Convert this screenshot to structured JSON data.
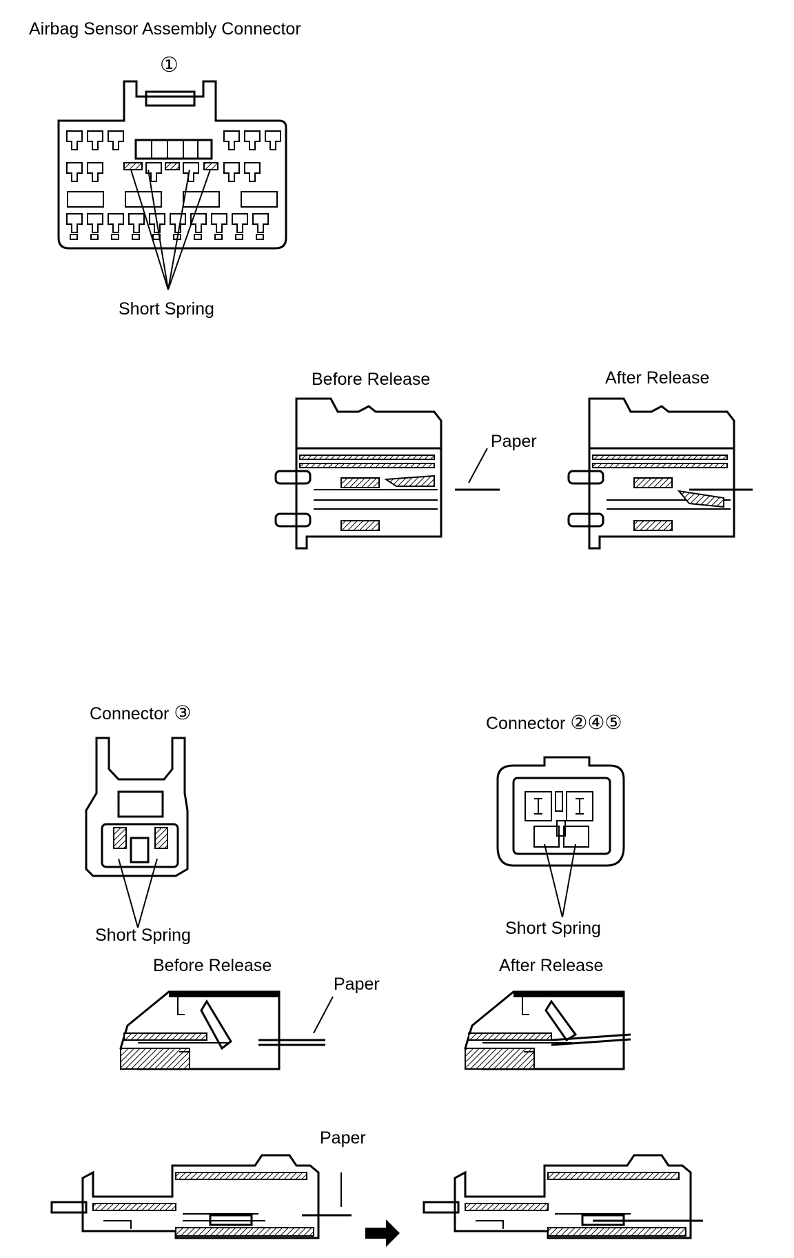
{
  "title": "Airbag Sensor Assembly Connector",
  "connector1": {
    "number": "①",
    "short_spring_label": "Short Spring"
  },
  "release_top": {
    "before": "Before Release",
    "after": "After Release",
    "paper": "Paper"
  },
  "connector3": {
    "label": "Connector",
    "numbers": "③",
    "short_spring_label": "Short Spring"
  },
  "connector245": {
    "label": "Connector",
    "numbers": "②④⑤",
    "short_spring_label": "Short Spring"
  },
  "release_mid": {
    "before": "Before Release",
    "after": "After Release",
    "paper": "Paper"
  },
  "release_bottom": {
    "paper": "Paper",
    "arrow": "➡"
  }
}
